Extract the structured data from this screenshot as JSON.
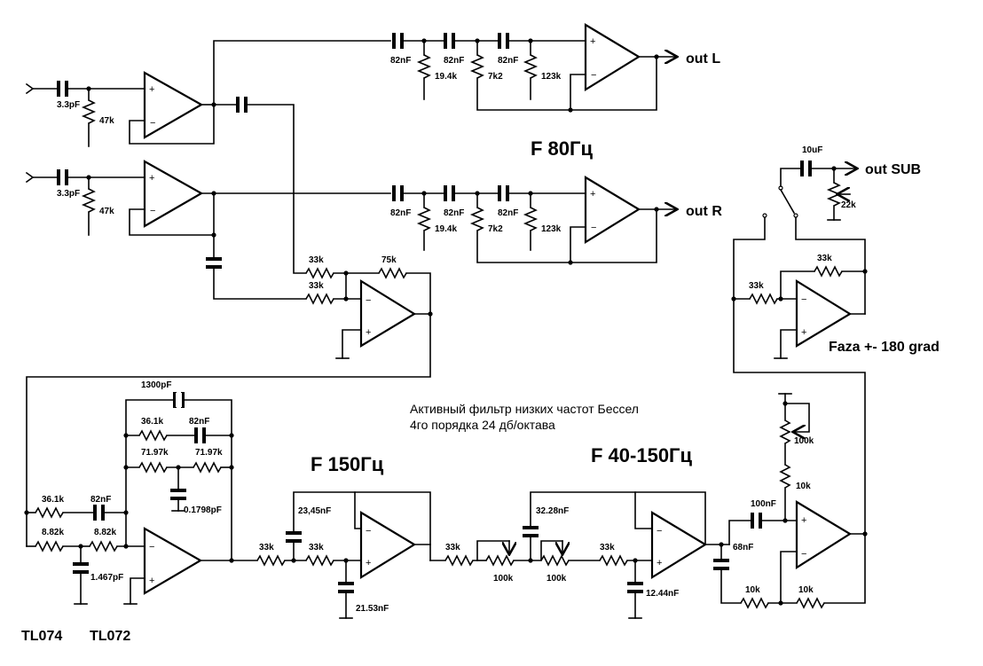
{
  "headings": {
    "f80": "F 80Гц",
    "f150": "F 150Гц",
    "f40_150": "F 40-150Гц"
  },
  "outputs": {
    "left": "out L",
    "right": "out R",
    "sub": "out SUB"
  },
  "phase_label": "Faza +- 180 grad",
  "note": {
    "line1": "Активный фильтр низких частот Бессел",
    "line2": "4го порядка 24 дб/октава"
  },
  "chips": {
    "a": "TL074",
    "b": "TL072"
  },
  "components": {
    "in_cap_top": "3.3pF",
    "in_res_top": "47k",
    "in_cap_bot": "3.3pF",
    "in_res_bot": "47k",
    "l_c1": "82nF",
    "l_c2": "82nF",
    "l_c3": "82nF",
    "l_r1": "19.4k",
    "l_r2": "7k2",
    "l_r3": "123k",
    "r_c1": "82nF",
    "r_c2": "82nF",
    "r_c3": "82nF",
    "r_r1": "19.4k",
    "r_r2": "7k2",
    "r_r3": "123k",
    "sum_r1": "33k",
    "sum_r2": "33k",
    "sum_fb": "75k",
    "sub_cap": "10uF",
    "sub_pot": "22k",
    "ph_r_in": "33k",
    "ph_r_fb": "33k",
    "b_c_top": "1300pF",
    "b_r_a": "36.1k",
    "b_c_a": "82nF",
    "b_r_b1": "71.97k",
    "b_r_b2": "71.97k",
    "b_c_b": "0.1798pF",
    "b_r_c": "36.1k",
    "b_c_c": "82nF",
    "b_r_d1": "8.82k",
    "b_r_d2": "8.82k",
    "b_c_d": "1.467pF",
    "f150_r1": "33k",
    "f150_r2": "33k",
    "f150_c1": "23,45nF",
    "f150_c2": "21.53nF",
    "t_r1": "33k",
    "t_p1": "100k",
    "t_p2": "100k",
    "t_c1": "32.28nF",
    "t_r2": "33k",
    "t_c2": "12.44nF",
    "o_c1": "100nF",
    "o_c2": "68nF",
    "o_p1": "100k",
    "o_r1": "10k",
    "o_r2": "10k",
    "o_r3": "10k"
  }
}
